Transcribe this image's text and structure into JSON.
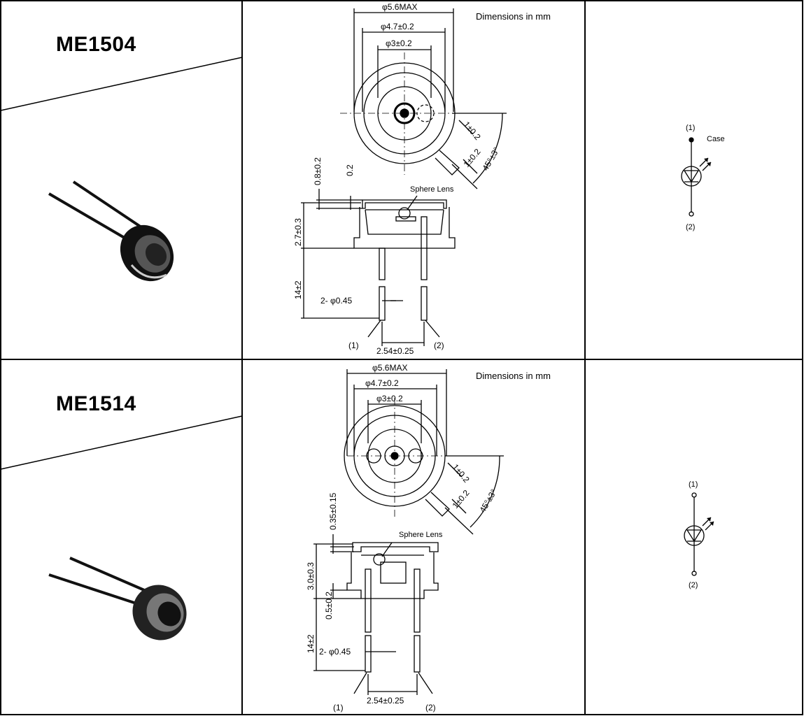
{
  "products": [
    {
      "model": "ME1504",
      "units_note": "Dimensions  in  mm",
      "dims": {
        "outer_dia": "φ5.6MAX",
        "mid_dia": "φ4.7±0.2",
        "inner_dia": "φ3±0.2",
        "tab1": "1±0.2",
        "tab2": "1±0.2",
        "angle": "45°±3°",
        "cap_thickness": "0.8±0.2",
        "top_gap": "0.2",
        "height": "2.7±0.3",
        "lead_length": "14±2",
        "lead_dia": "2- φ0.45",
        "pitch": "2.54±0.25",
        "lens": "Sphere Lens",
        "pin1": "(1)",
        "pin2": "(2)"
      },
      "schematic": {
        "pin1": "(1)",
        "pin2": "(2)",
        "case": "Case"
      }
    },
    {
      "model": "ME1514",
      "units_note": "Dimensions  in  mm",
      "dims": {
        "outer_dia": "φ5.6MAX",
        "mid_dia": "φ4.7±0.2",
        "inner_dia": "φ3±0.2",
        "tab1": "1±0.2",
        "tab2": "1±0.2",
        "angle": "45°±3°",
        "cap_thickness": "0.35±0.15",
        "height": "3.0±0.3",
        "stand": "0.5±0.2",
        "lead_length": "14±2",
        "lead_dia": "2- φ0.45",
        "pitch": "2.54±0.25",
        "lens": "Sphere Lens",
        "pin1": "(1)",
        "pin2": "(2)"
      },
      "schematic": {
        "pin1": "(1)",
        "pin2": "(2)"
      }
    }
  ]
}
